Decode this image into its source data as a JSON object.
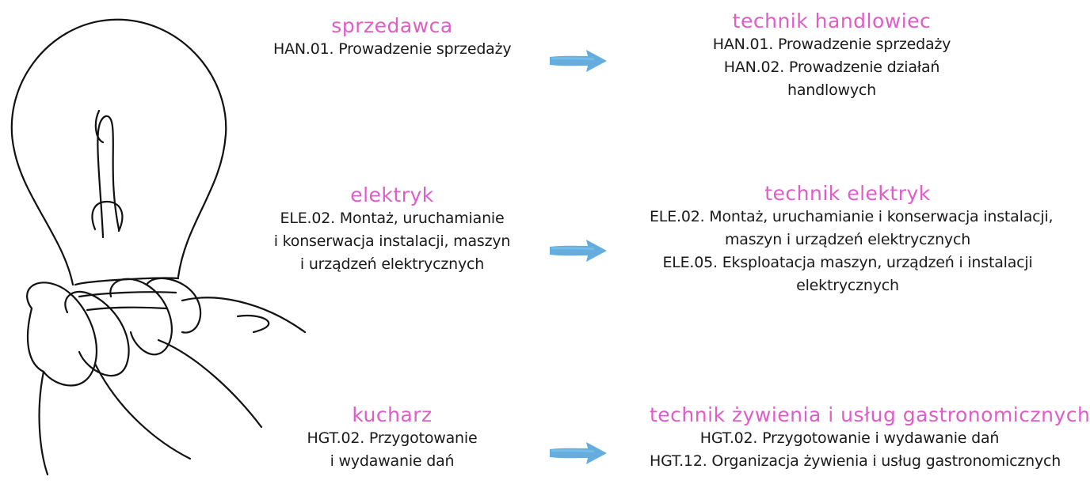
{
  "colors": {
    "title": "#e05cc8",
    "text": "#1a1a1a",
    "arrow": "#4a9fd8"
  },
  "illustration": {
    "icon": "lightbulb-in-hand-line-drawing-icon"
  },
  "rows": [
    {
      "basic": {
        "title": "sprzedawca",
        "lines": [
          "HAN.01. Prowadzenie sprzedaży"
        ]
      },
      "technical": {
        "title": "technik handlowiec",
        "lines": [
          "HAN.01. Prowadzenie sprzedaży",
          "HAN.02. Prowadzenie działań",
          "handlowych"
        ]
      }
    },
    {
      "basic": {
        "title": "elektryk",
        "lines": [
          "ELE.02. Montaż, uruchamianie",
          "i konserwacja instalacji, maszyn",
          "i urządzeń elektrycznych"
        ]
      },
      "technical": {
        "title": "technik elektryk",
        "lines": [
          "ELE.02. Montaż, uruchamianie i konserwacja instalacji,",
          "maszyn i urządzeń elektrycznych",
          "ELE.05. Eksploatacja maszyn, urządzeń i instalacji",
          "elektrycznych"
        ]
      }
    },
    {
      "basic": {
        "title": "kucharz",
        "lines": [
          "HGT.02. Przygotowanie",
          "i wydawanie dań"
        ]
      },
      "technical": {
        "title": "technik żywienia i usług gastronomicznych",
        "lines": [
          "HGT.02. Przygotowanie i wydawanie dań",
          "HGT.12. Organizacja żywienia i usług gastronomicznych"
        ]
      }
    }
  ]
}
